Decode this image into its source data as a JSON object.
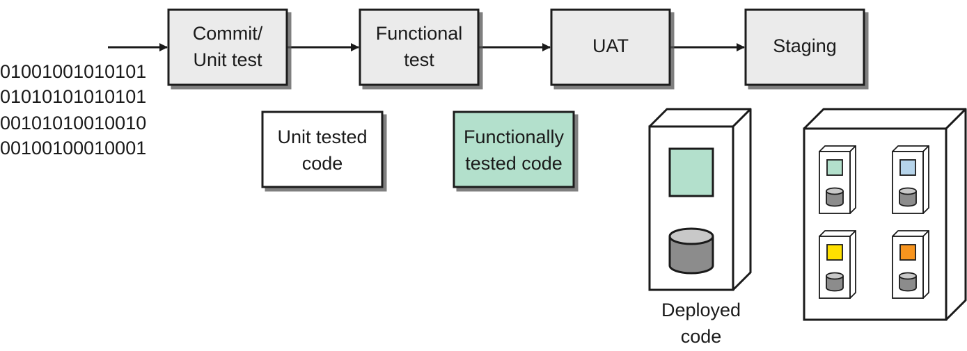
{
  "input": {
    "binary_lines": [
      "01001001010101",
      "01010101010101",
      "00101010010010",
      "00100100010001"
    ]
  },
  "pipeline": {
    "stages": [
      {
        "lines": [
          "Commit/",
          "Unit test"
        ]
      },
      {
        "lines": [
          "Functional",
          "test"
        ]
      },
      {
        "lines": [
          "UAT"
        ]
      },
      {
        "lines": [
          "Staging"
        ]
      }
    ]
  },
  "artifacts": [
    {
      "lines": [
        "Unit tested",
        "code"
      ],
      "fill": "#ffffff"
    },
    {
      "lines": [
        "Functionally",
        "tested code"
      ],
      "fill": "#b3e0cc"
    }
  ],
  "deployed": {
    "label_lines": [
      "Deployed",
      "code"
    ],
    "component_color": "#b3e0cc"
  },
  "staging_env": {
    "component_colors": [
      "#b3e0cc",
      "#b6d4ea",
      "#ffe000",
      "#f7941e"
    ]
  },
  "colors": {
    "stage_fill": "#ebebeb",
    "stroke": "#1a1a1a",
    "cylinder_body": "#8c8c8c",
    "cylinder_top": "#c8c8c8"
  }
}
